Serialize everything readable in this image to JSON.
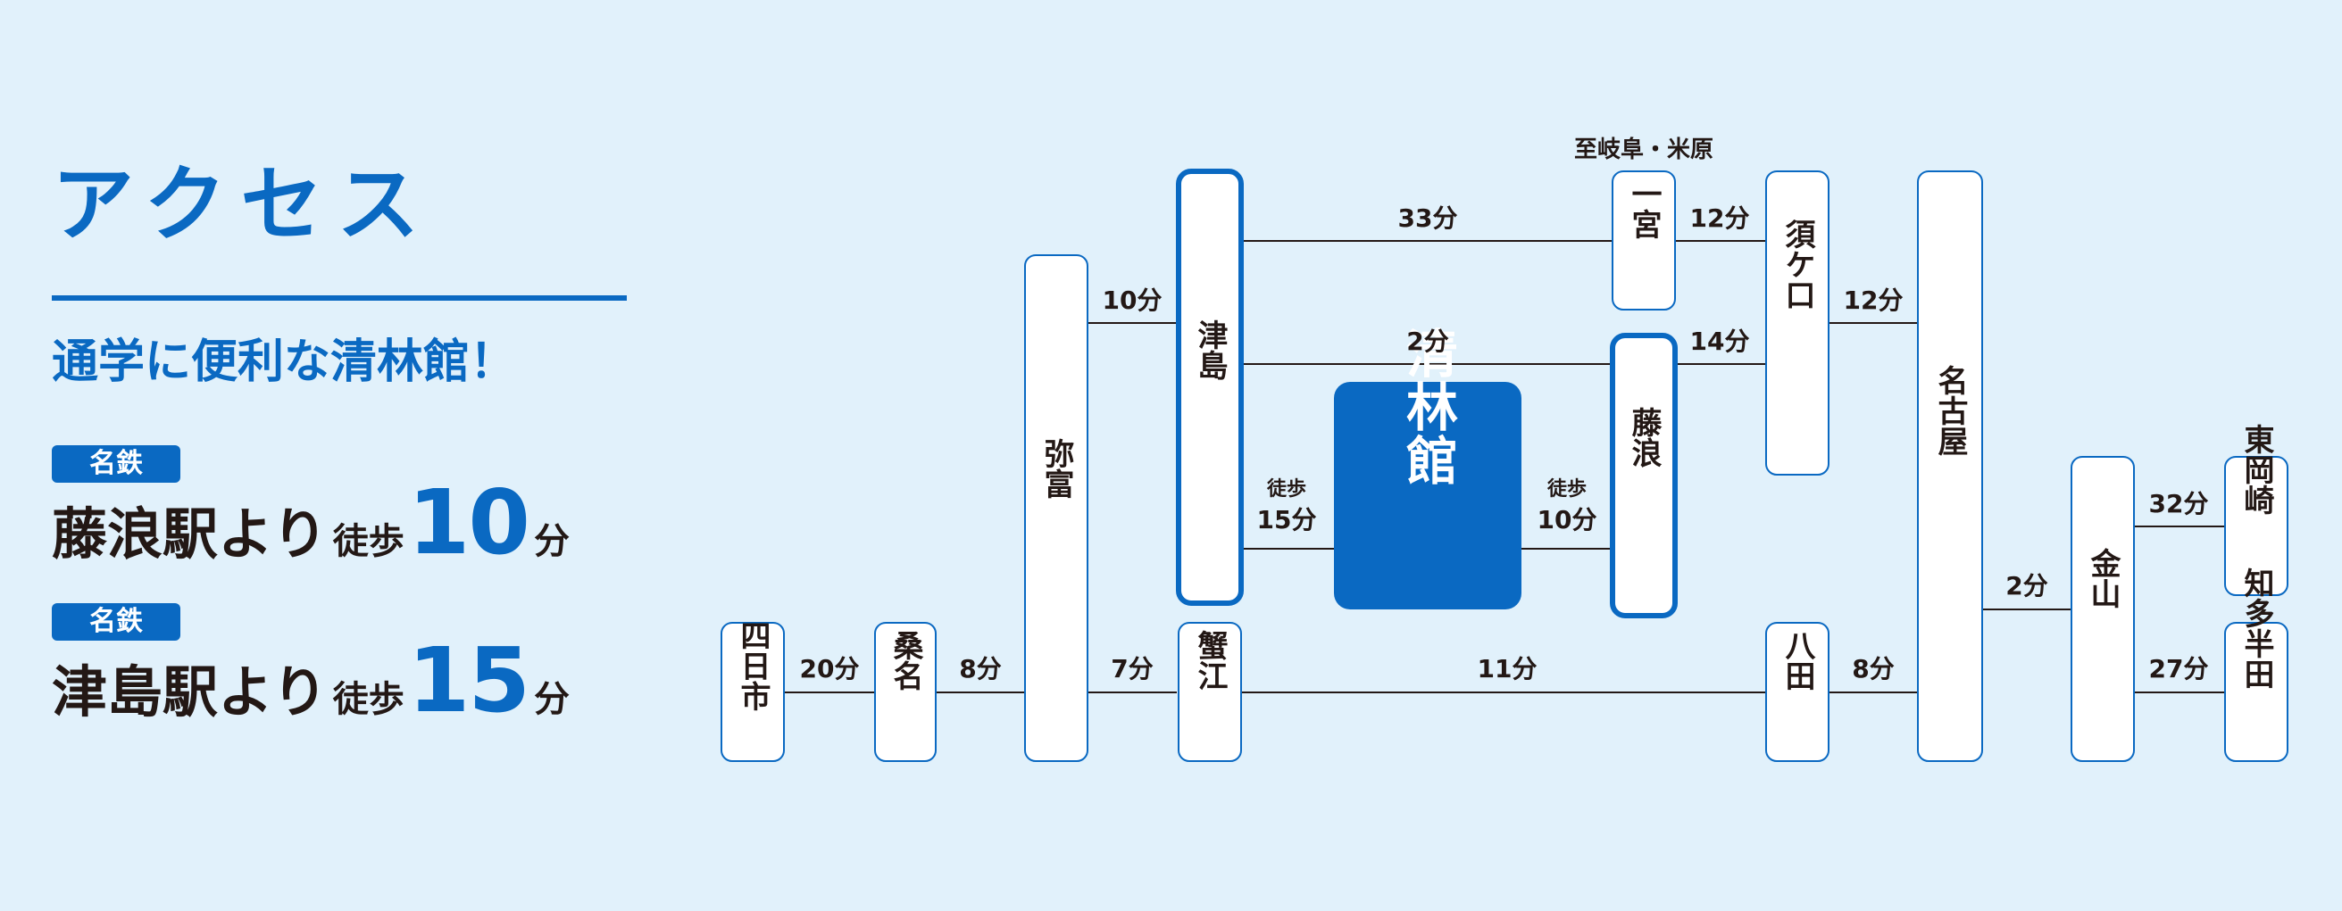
{
  "header": {
    "title": "アクセス",
    "subtitle": "通学に便利な清林館！"
  },
  "routes": [
    {
      "badge": "名鉄",
      "text": "藤浪駅より",
      "walk": "徒歩",
      "minutes": "10",
      "unit": "分"
    },
    {
      "badge": "名鉄",
      "text": "津島駅より",
      "walk": "徒歩",
      "minutes": "15",
      "unit": "分"
    }
  ],
  "colors": {
    "accent": "#0a69c2",
    "background": "#e1f1fb",
    "text": "#231815"
  },
  "map": {
    "school": "清林館",
    "direction_label": "至岐阜・米原",
    "stations": {
      "yokkaichi": "四日市",
      "kuwana": "桑名",
      "yatomi": "弥富",
      "tsushima": "津島",
      "kanie": "蟹江",
      "ichinomiya": "一宮",
      "fujinami": "藤浪",
      "sukaguchi": "須ケ口",
      "hatta": "八田",
      "nagoya": "名古屋",
      "kanayama": "金山",
      "higashiokazaki": "東岡崎",
      "chitahanda": "知多半田"
    },
    "times": {
      "yokkaichi_kuwana": "20分",
      "kuwana_yatomi": "8分",
      "yatomi_tsushima": "10分",
      "yatomi_kanie": "7分",
      "tsushima_ichinomiya": "33分",
      "tsushima_fujinami": "2分",
      "ichinomiya_sukaguchi": "12分",
      "fujinami_sukaguchi": "14分",
      "sukaguchi_nagoya": "12分",
      "kanie_hatta": "11分",
      "hatta_nagoya": "8分",
      "nagoya_kanayama": "2分",
      "kanayama_higashiokazaki": "32分",
      "kanayama_chitahanda": "27分"
    },
    "walk_tsushima": {
      "label": "徒歩",
      "time": "15分"
    },
    "walk_fujinami": {
      "label": "徒歩",
      "time": "10分"
    }
  }
}
